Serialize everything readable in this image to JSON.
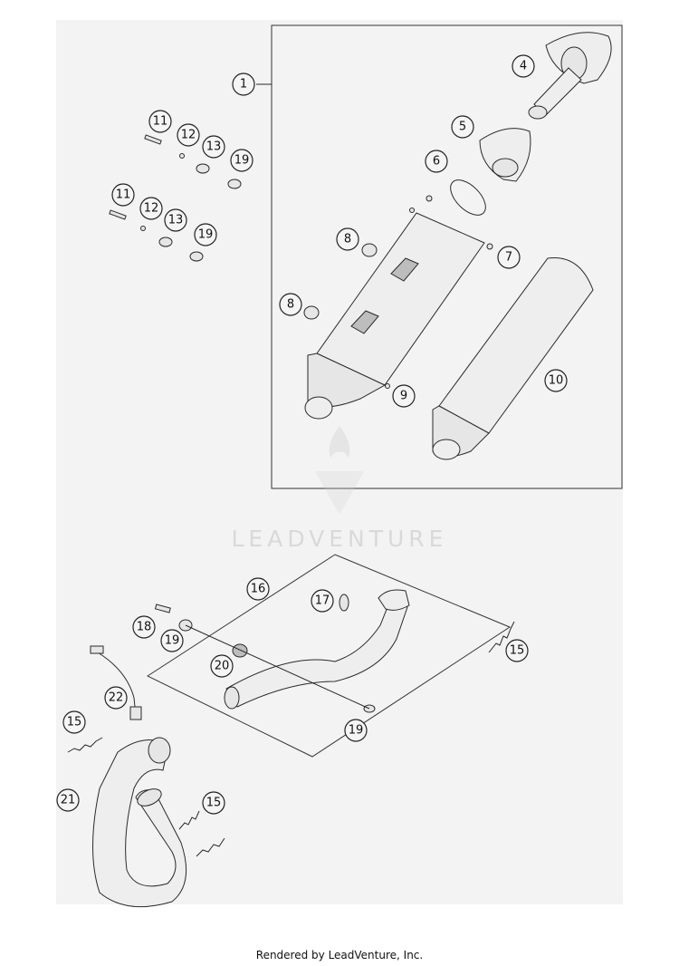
{
  "watermark": {
    "brand": "LEADVENTURE"
  },
  "footer": {
    "credit": "Rendered by LeadVenture, Inc."
  },
  "callouts": {
    "c1": "1",
    "c4": "4",
    "c5": "5",
    "c6": "6",
    "c7": "7",
    "c8a": "8",
    "c8b": "8",
    "c9": "9",
    "c10": "10",
    "c11a": "11",
    "c11b": "11",
    "c12a": "12",
    "c12b": "12",
    "c13a": "13",
    "c13b": "13",
    "c19a": "19",
    "c19b": "19",
    "c16": "16",
    "c17": "17",
    "c18": "18",
    "c19c": "19",
    "c15a": "15",
    "c20": "20",
    "c22": "22",
    "c15b": "15",
    "c19d": "19",
    "c21": "21",
    "c15c": "15"
  }
}
